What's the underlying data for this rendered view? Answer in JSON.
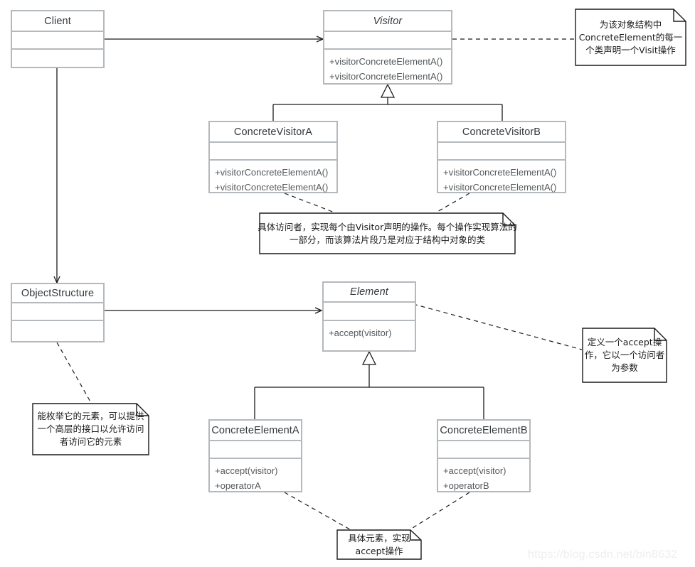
{
  "diagram": {
    "title": "Visitor Pattern UML Class Diagram",
    "watermark": "https://blog.csdn.net/bin8632",
    "colors": {
      "class_border": "#b4b9bd",
      "class_fill": "#ffffff",
      "edge": "#1b1b1b",
      "note_border": "#1b1b1b",
      "text": "#33393d",
      "watermark": "#eceef0"
    }
  },
  "classes": [
    {
      "id": "client",
      "name": "Client",
      "abstract": false,
      "attributes": [],
      "operations": []
    },
    {
      "id": "visitor",
      "name": "Visitor",
      "abstract": true,
      "attributes": [],
      "operations": [
        "+visitorConcreteElementA()",
        "+visitorConcreteElementA()"
      ]
    },
    {
      "id": "concrete_visitor_a",
      "name": "ConcreteVisitorA",
      "abstract": false,
      "attributes": [],
      "operations": [
        "+visitorConcreteElementA()",
        "+visitorConcreteElementA()"
      ]
    },
    {
      "id": "concrete_visitor_b",
      "name": "ConcreteVisitorB",
      "abstract": false,
      "attributes": [],
      "operations": [
        "+visitorConcreteElementA()",
        "+visitorConcreteElementA()"
      ]
    },
    {
      "id": "object_structure",
      "name": "ObjectStructure",
      "abstract": false,
      "attributes": [],
      "operations": []
    },
    {
      "id": "element",
      "name": "Element",
      "abstract": true,
      "attributes": [],
      "operations": [
        "+accept(visitor)"
      ]
    },
    {
      "id": "concrete_element_a",
      "name": "ConcreteElementA",
      "abstract": false,
      "attributes": [],
      "operations": [
        "+accept(visitor)",
        "+operatorA"
      ]
    },
    {
      "id": "concrete_element_b",
      "name": "ConcreteElementB",
      "abstract": false,
      "attributes": [],
      "operations": [
        "+accept(visitor)",
        "+operatorB"
      ]
    }
  ],
  "notes": [
    {
      "id": "note_visitor",
      "lines": [
        "为该对象结构中",
        "ConcreteElement的每一",
        "个类声明一个Visit操作"
      ],
      "attached_to": "visitor"
    },
    {
      "id": "note_concrete_visitor",
      "lines": [
        "具体访问者，实现每个由Visitor声明的操作。每个操作实现算法的",
        "一部分，而该算法片段乃是对应于结构中对象的类"
      ],
      "attached_to": "concrete_visitor_a, concrete_visitor_b"
    },
    {
      "id": "note_element",
      "lines": [
        "定义一个accept操",
        "作，它以一个访问者",
        "为参数"
      ],
      "attached_to": "element"
    },
    {
      "id": "note_object_structure",
      "lines": [
        "能枚举它的元素，可以提供",
        "一个高层的接口以允许访问",
        "者访问它的元素"
      ],
      "attached_to": "object_structure"
    },
    {
      "id": "note_concrete_element",
      "lines": [
        "具体元素，实现",
        "accept操作"
      ],
      "attached_to": "concrete_element_a, concrete_element_b"
    }
  ],
  "relationships": [
    {
      "id": "rel_client_visitor",
      "from": "client",
      "to": "visitor",
      "type": "association"
    },
    {
      "id": "rel_client_objectstructure",
      "from": "client",
      "to": "object_structure",
      "type": "association"
    },
    {
      "id": "rel_cva_visitor",
      "from": "concrete_visitor_a",
      "to": "visitor",
      "type": "generalization"
    },
    {
      "id": "rel_cvb_visitor",
      "from": "concrete_visitor_b",
      "to": "visitor",
      "type": "generalization"
    },
    {
      "id": "rel_objectstructure_element",
      "from": "object_structure",
      "to": "element",
      "type": "association"
    },
    {
      "id": "rel_cea_element",
      "from": "concrete_element_a",
      "to": "element",
      "type": "generalization"
    },
    {
      "id": "rel_ceb_element",
      "from": "concrete_element_b",
      "to": "element",
      "type": "generalization"
    }
  ]
}
